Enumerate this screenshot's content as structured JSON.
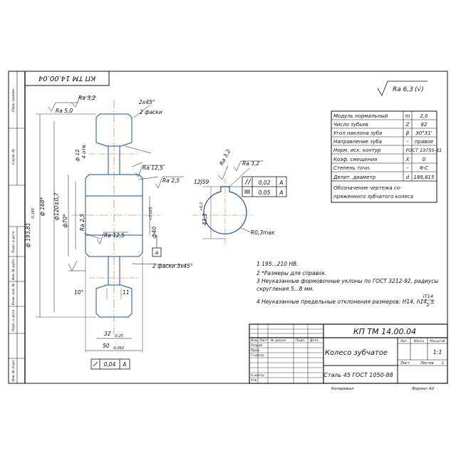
{
  "doc_code": "КП ТМ 14.00.04",
  "roughness": {
    "general": "Ra 6,3",
    "check": "(√)"
  },
  "side_stamps": [
    "Перв. примен.",
    "Справ. №",
    "Подп. и дата",
    "Инв. № дубл.",
    "Взам. инв. №",
    "Подп. и дата",
    "Инв. № подл."
  ],
  "drawing": {
    "rough_ra32_top": "Ra 3,2",
    "rough_ra50": "Ra 5,0",
    "chamfer_top": "2х45°",
    "chamfer_top_note": "2 фаски",
    "d_outer": "ф 168*",
    "d_root": "ф 193,81",
    "d_root_tol": "-0,185",
    "d_hub_outer": "ф120±0,7",
    "d_hub": "ф70*",
    "d_bore": "ф40",
    "d_bore_tol": "+0,025",
    "hole_d": "ф 12",
    "hole_count": "4 отв.",
    "rough_ra125_a": "Ra 12,5",
    "rough_ra25_a": "Ra 2,5",
    "rough_ra25_b": "Ra 2,5",
    "rough_ra125_b": "Ra 12,5",
    "datum": "A",
    "chamfer_bottom": "2 фаски 3х45°",
    "angle": "10°",
    "width_11": "11",
    "width_32": "32",
    "width_32_tol": "-0,25",
    "width_50": "50",
    "width_50_tol": "-0,062",
    "runout_val": "0,04",
    "runout_ref": "A",
    "key_width": "12JS9",
    "key_rough1": "Ra 3,2",
    "key_rough2": "Ra 3,2",
    "key_depth": "43,3",
    "key_depth_tol": "+0,2",
    "parallel_val": "0,02",
    "parallel_ref": "A",
    "sym_val": "0,05",
    "sym_ref": "A",
    "fillet": "R0,3max"
  },
  "gear_params": [
    {
      "name": "Модуль нормальный",
      "sym": "m",
      "val": "2,0"
    },
    {
      "name": "Число зубьев",
      "sym": "Z",
      "val": "82"
    },
    {
      "name": "Угол наклона зуба",
      "sym": "β",
      "val": "30°31'"
    },
    {
      "name": "Направление зуба",
      "sym": "-",
      "val": "правое"
    },
    {
      "name": "Норм. исх. контур",
      "sym": "-",
      "val": "ГОСТ 13755-81"
    },
    {
      "name": "Коэф. смещения",
      "sym": "X",
      "val": "0"
    },
    {
      "name": "Степень точн.",
      "sym": "-",
      "val": "8-С"
    },
    {
      "name": "Делит. диаметр",
      "sym": "d",
      "val": "189,815"
    }
  ],
  "gear_note": [
    "Обозначение чертежа со-",
    "пряженного зубчатого колеса"
  ],
  "notes": [
    "1 195...210 HB.",
    "2 *Размеры для справок.",
    "3 Неуказанные формовочные уклоны по ГОСТ 3212-92, радиусы",
    "скругления 5...8 мм.",
    "4 Неуказанные предельные отклонения размеров: H14, h14, ±",
    "IT14",
    "2"
  ],
  "title_block": {
    "code": "КП ТМ 14.00.04",
    "name": "Колесо зубчатое",
    "material": "Сталь 45 ГОСТ 1050-88",
    "col_lit": "Лит.",
    "col_mass": "Масса",
    "col_scale": "Масштаб",
    "scale": "1:1",
    "sheet": "Лист",
    "sheets": "Листов",
    "sheets_val": "1",
    "hdr_izm": "Изм.",
    "hdr_list": "Лист",
    "hdr_doc": "№ докум.",
    "hdr_sign": "Подп.",
    "hdr_date": "Дата",
    "razrab": "Разраб.",
    "prov": "Пров.",
    "tkontr": "Т.контр.",
    "nkontr": "Н.контр.",
    "utv": "Утв."
  },
  "footer": {
    "copied": "Копировал",
    "format": "Формат",
    "format_val": "А3"
  }
}
